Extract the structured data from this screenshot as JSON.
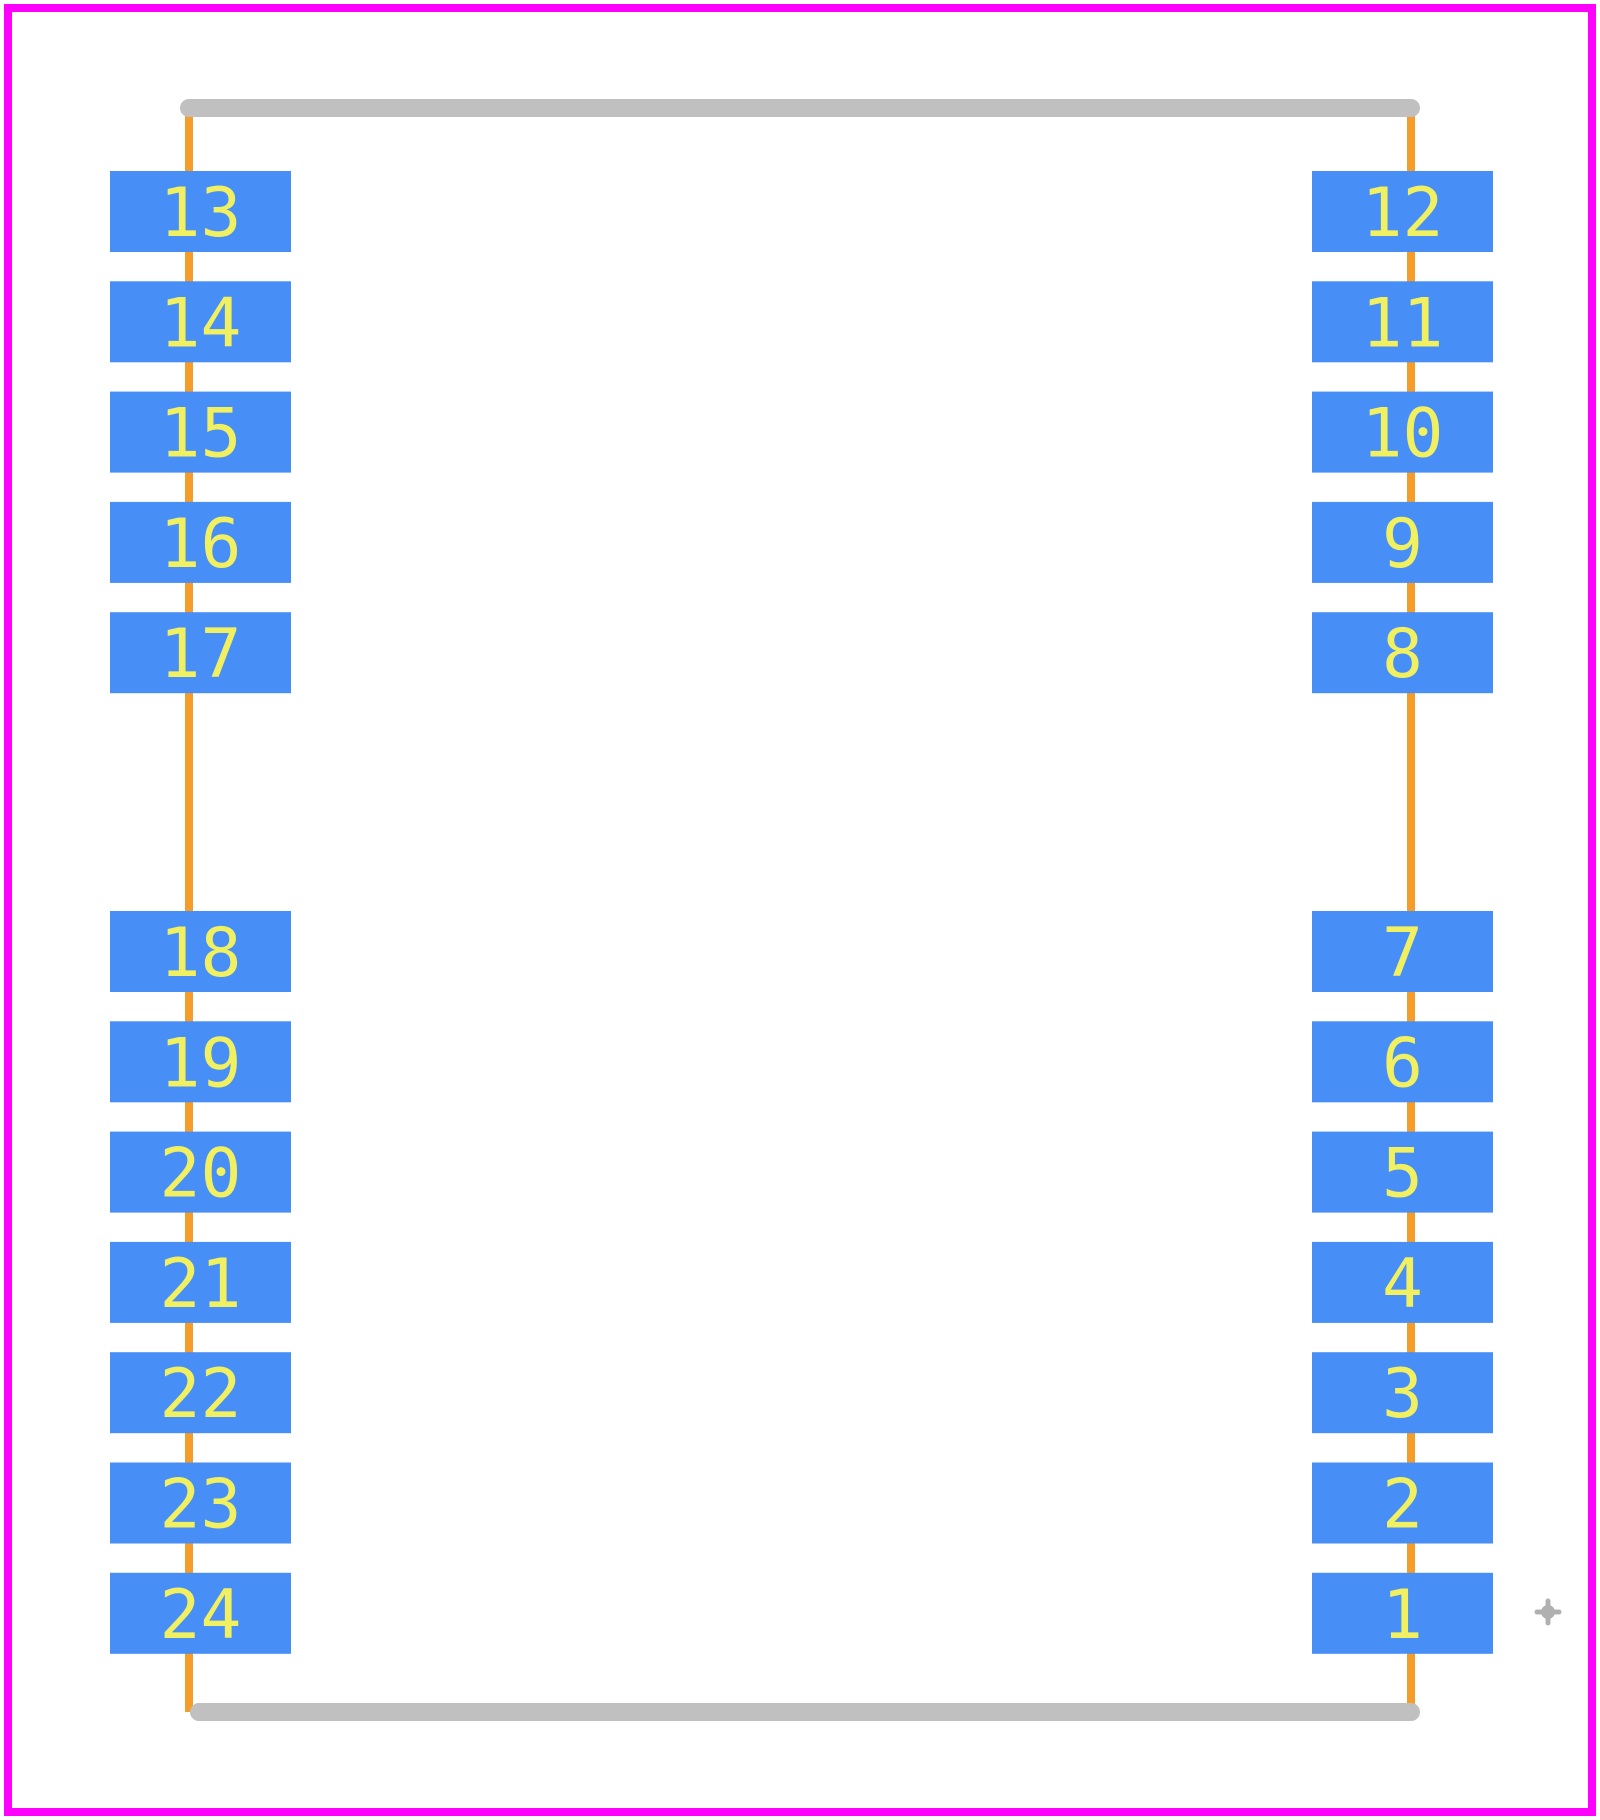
{
  "footprint": {
    "left_pads": [
      "13",
      "14",
      "15",
      "16",
      "17",
      "18",
      "19",
      "20",
      "21",
      "22",
      "23",
      "24"
    ],
    "right_pads": [
      "12",
      "11",
      "10",
      "9",
      "8",
      "7",
      "6",
      "5",
      "4",
      "3",
      "2",
      "1"
    ]
  },
  "colors": {
    "background": "#ffffff",
    "courtyard": "#ff00ff",
    "silkscreen": "#c0c0c0",
    "assembly": "#f49d2a",
    "pad": "#478ef6",
    "pad_label": "#f0f060",
    "origin_marker": "#b0b0b0"
  },
  "icons": {
    "origin_marker": "crosshair-origin-icon"
  }
}
